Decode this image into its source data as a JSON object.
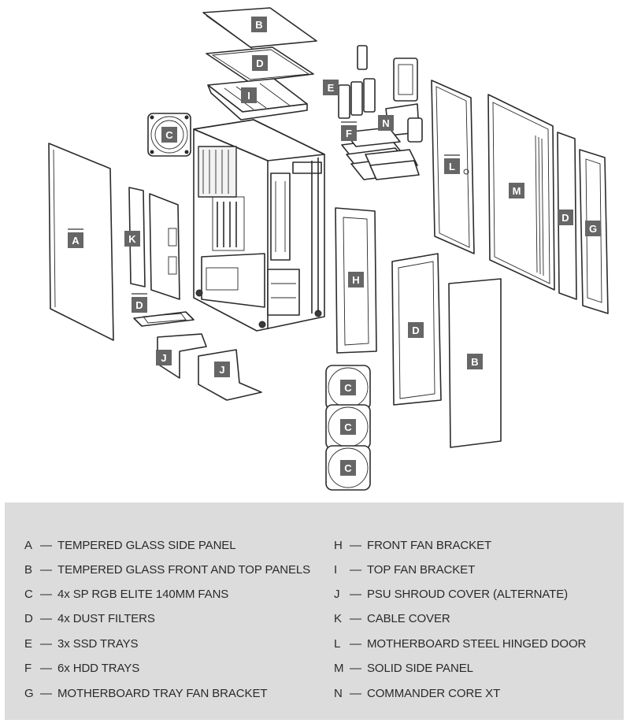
{
  "diagram": {
    "badges": {
      "b_top": "B",
      "d_top": "D",
      "i_top": "I",
      "c_top": "C",
      "e": "E",
      "f": "F",
      "n": "N",
      "l": "L",
      "m": "M",
      "d_right": "D",
      "g": "G",
      "a": "A",
      "k": "K",
      "d_bottom": "D",
      "j_left": "J",
      "j_right": "J",
      "h": "H",
      "d_front": "D",
      "b_front": "B",
      "c1": "C",
      "c2": "C",
      "c3": "C"
    }
  },
  "legend": {
    "dash": "—",
    "items": [
      {
        "key": "A",
        "text": "TEMPERED GLASS SIDE PANEL"
      },
      {
        "key": "B",
        "text": "TEMPERED GLASS FRONT AND TOP PANELS"
      },
      {
        "key": "C",
        "text": "4x SP RGB ELITE 140MM FANS"
      },
      {
        "key": "D",
        "text": "4x DUST FILTERS"
      },
      {
        "key": "E",
        "text": "3x SSD TRAYS"
      },
      {
        "key": "F",
        "text": "6x HDD TRAYS"
      },
      {
        "key": "G",
        "text": "MOTHERBOARD TRAY FAN BRACKET"
      },
      {
        "key": "H",
        "text": "FRONT FAN BRACKET"
      },
      {
        "key": "I",
        "text": "TOP FAN BRACKET"
      },
      {
        "key": "J",
        "text": "PSU SHROUD COVER (ALTERNATE)"
      },
      {
        "key": "K",
        "text": "CABLE COVER"
      },
      {
        "key": "L",
        "text": "MOTHERBOARD STEEL HINGED DOOR"
      },
      {
        "key": "M",
        "text": "SOLID SIDE PANEL"
      },
      {
        "key": "N",
        "text": "COMMANDER CORE XT"
      }
    ]
  }
}
